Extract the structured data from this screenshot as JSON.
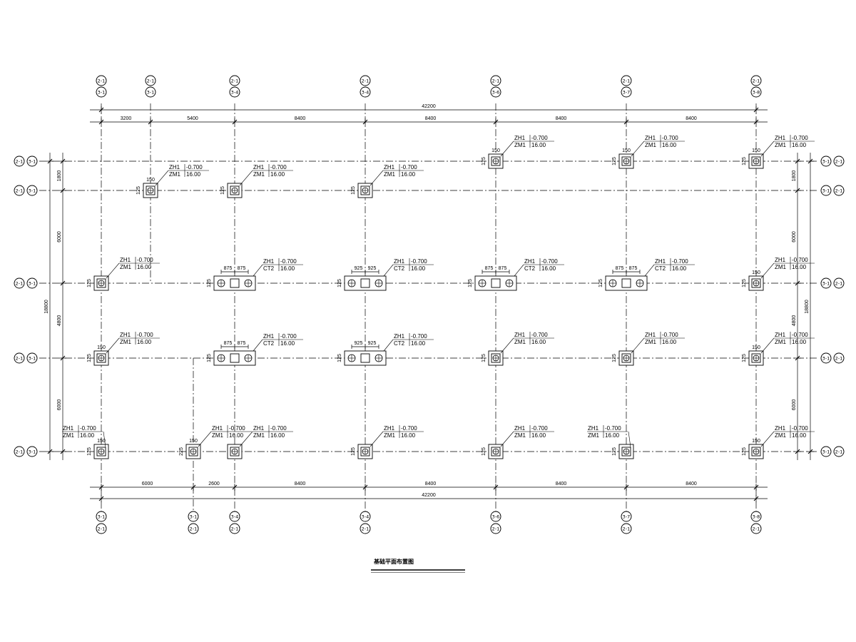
{
  "drawing": {
    "title": "基础平面布置图",
    "axes_x": [
      {
        "id": "a1",
        "top": [
          "(2-1)",
          "(3-1)"
        ],
        "bottom": [
          "(3-1)",
          "(2-1)"
        ]
      },
      {
        "id": "a2",
        "top": [
          "(2-1)",
          "(3-1)"
        ],
        "bottom": null
      },
      {
        "id": "a3",
        "top": [
          "(2-1)",
          "(3-4)"
        ],
        "bottom": [
          "(3-4)",
          "(2-1)"
        ]
      },
      {
        "id": "a4",
        "top": [
          "(2-1)",
          "(3-4)"
        ],
        "bottom": [
          "(3-4)",
          "(2-1)"
        ]
      },
      {
        "id": "a5",
        "top": [
          "(2-1)",
          "(3-6)"
        ],
        "bottom": [
          "(3-6)",
          "(2-1)"
        ]
      },
      {
        "id": "a6",
        "top": [
          "(2-1)",
          "(3-7)"
        ],
        "bottom": [
          "(3-7)",
          "(2-1)"
        ]
      },
      {
        "id": "a7",
        "top": [
          "(2-1)",
          "(3-8)"
        ],
        "bottom": [
          "(3-8)",
          "(2-1)"
        ]
      },
      {
        "id": "a8",
        "top": null,
        "bottom": [
          "(3-1)",
          "(2-1)"
        ]
      }
    ],
    "axes_y": [
      {
        "id": "r1",
        "left": [
          "(2-1)",
          "(3-1)"
        ],
        "right": [
          "(3-1)",
          "(2-1)"
        ]
      },
      {
        "id": "r2",
        "left": [
          "(2-1)",
          "(3-1)"
        ],
        "right": [
          "(3-1)",
          "(2-1)"
        ]
      },
      {
        "id": "r3",
        "left": [
          "(2-1)",
          "(3-1)"
        ],
        "right": [
          "(3-1)",
          "(2-1)"
        ]
      },
      {
        "id": "r4",
        "left": [
          "(2-1)",
          "(3-1)"
        ],
        "right": [
          "(3-1)",
          "(2-1)"
        ]
      },
      {
        "id": "r5",
        "left": [
          "(2-1)",
          "(3-1)"
        ],
        "right": [
          "(3-1)",
          "(2-1)"
        ]
      }
    ],
    "dims_top": {
      "total": "42200",
      "segments": [
        "3200",
        "5400",
        "8400",
        "8400",
        "8400",
        "8400"
      ]
    },
    "dims_bottom": {
      "total": "42200",
      "segments": [
        "6000",
        "2600",
        "8400",
        "8400",
        "8400",
        "8400"
      ]
    },
    "dims_left": {
      "total": "18800",
      "segments": [
        "1800",
        "6000",
        "4800",
        "6000"
      ]
    },
    "dims_right": {
      "total": "18800",
      "segments": [
        "1800",
        "6000",
        "4800",
        "6000"
      ]
    },
    "pile_caps": [
      {
        "id": "c1",
        "type": "single",
        "top_dim": "150",
        "side_dim": "125",
        "labels": [
          "ZH1",
          "-0.700",
          "ZM1",
          "16.00"
        ]
      },
      {
        "id": "c2",
        "type": "single",
        "top_dim": "150",
        "side_dim": "125",
        "labels": [
          "ZH1",
          "-0.700",
          "ZM1",
          "16.00"
        ]
      },
      {
        "id": "c3",
        "type": "single",
        "top_dim": "150",
        "side_dim": "125",
        "labels": [
          "ZH1",
          "-0.700",
          "ZM1",
          "16.00"
        ]
      },
      {
        "id": "c4",
        "type": "single",
        "top_dim": "150",
        "side_dim": "125",
        "labels": [
          "ZH1",
          "-0.700",
          "ZM1",
          "16.00"
        ]
      },
      {
        "id": "c5",
        "type": "single",
        "top_dim": "",
        "side_dim": "125",
        "labels": [
          "ZH1",
          "-0.700",
          "ZM1",
          "16.00"
        ]
      },
      {
        "id": "c6",
        "type": "single",
        "top_dim": "",
        "side_dim": "125",
        "labels": [
          "ZH1",
          "-0.700",
          "ZM1",
          "16.00"
        ]
      },
      {
        "id": "c7",
        "type": "single",
        "top_dim": "",
        "side_dim": "125",
        "labels": [
          "ZH1",
          "-0.700",
          "ZM1",
          "16.00"
        ]
      },
      {
        "id": "c8",
        "type": "single",
        "top_dim": "150",
        "side_dim": "125",
        "labels": [
          "ZH1",
          "-0.700",
          "ZM1",
          "16.00"
        ]
      },
      {
        "id": "c9",
        "type": "double",
        "top_dim": [
          "875",
          "875"
        ],
        "side_dim": "125",
        "labels": [
          "ZH1",
          "-0.700",
          "CT2",
          "16.00"
        ]
      },
      {
        "id": "c10",
        "type": "double",
        "top_dim": [
          "925",
          "925"
        ],
        "side_dim": "125",
        "labels": [
          "ZH1",
          "-0.700",
          "CT2",
          "16.00"
        ]
      },
      {
        "id": "c11",
        "type": "double",
        "top_dim": [
          "875",
          "875"
        ],
        "side_dim": "125",
        "labels": [
          "ZH1",
          "-0.700",
          "CT2",
          "16.00"
        ]
      },
      {
        "id": "c12",
        "type": "double",
        "top_dim": [
          "875",
          "875"
        ],
        "side_dim": "125",
        "labels": [
          "ZH1",
          "-0.700",
          "CT2",
          "16.00"
        ]
      },
      {
        "id": "c13",
        "type": "single",
        "top_dim": "150",
        "side_dim": "125",
        "labels": [
          "ZH1",
          "-0.700",
          "ZM1",
          "16.00"
        ]
      },
      {
        "id": "c14",
        "type": "single",
        "top_dim": "150",
        "side_dim": "125",
        "labels": [
          "ZH1",
          "-0.700",
          "ZM1",
          "16.00"
        ]
      },
      {
        "id": "c15",
        "type": "double",
        "top_dim": [
          "875",
          "875"
        ],
        "side_dim": "125",
        "labels": [
          "ZH1",
          "-0.700",
          "CT2",
          "16.00"
        ]
      },
      {
        "id": "c16",
        "type": "double",
        "top_dim": [
          "925",
          "925"
        ],
        "side_dim": "125",
        "labels": [
          "ZH1",
          "-0.700",
          "CT2",
          "16.00"
        ]
      },
      {
        "id": "c17",
        "type": "single",
        "top_dim": "",
        "side_dim": "125",
        "labels": [
          "ZH1",
          "-0.700",
          "ZM1",
          "16.00"
        ]
      },
      {
        "id": "c18",
        "type": "single",
        "top_dim": "",
        "side_dim": "125",
        "labels": [
          "ZH1",
          "-0.700",
          "ZM1",
          "16.00"
        ]
      },
      {
        "id": "c19",
        "type": "single",
        "top_dim": "150",
        "side_dim": "125",
        "labels": [
          "ZH1",
          "-0.700",
          "ZM1",
          "16.00"
        ]
      },
      {
        "id": "c20",
        "type": "single",
        "top_dim": "150",
        "side_dim": "225",
        "labels": [
          "ZH1",
          "-0.700",
          "ZM1",
          "16.00"
        ]
      },
      {
        "id": "c21",
        "type": "single",
        "top_dim": "",
        "side_dim": "",
        "labels": [
          "ZH1",
          "-0.700",
          "ZM1",
          "16.00"
        ]
      },
      {
        "id": "c22",
        "type": "single",
        "top_dim": "",
        "side_dim": "125",
        "labels": [
          "ZH1",
          "-0.700",
          "ZM1",
          "16.00"
        ]
      },
      {
        "id": "c23",
        "type": "single",
        "top_dim": "",
        "side_dim": "125",
        "labels": [
          "ZH1",
          "-0.700",
          "ZM1",
          "16.00"
        ]
      },
      {
        "id": "c24",
        "type": "single",
        "top_dim": "",
        "side_dim": "125",
        "labels": [
          "ZH1",
          "-0.700",
          "ZM1",
          "16.00"
        ]
      },
      {
        "id": "c25",
        "type": "single",
        "top_dim": "150",
        "side_dim": "125",
        "labels": [
          "ZH1",
          "-0.700",
          "ZM1",
          "16.00"
        ]
      }
    ]
  }
}
